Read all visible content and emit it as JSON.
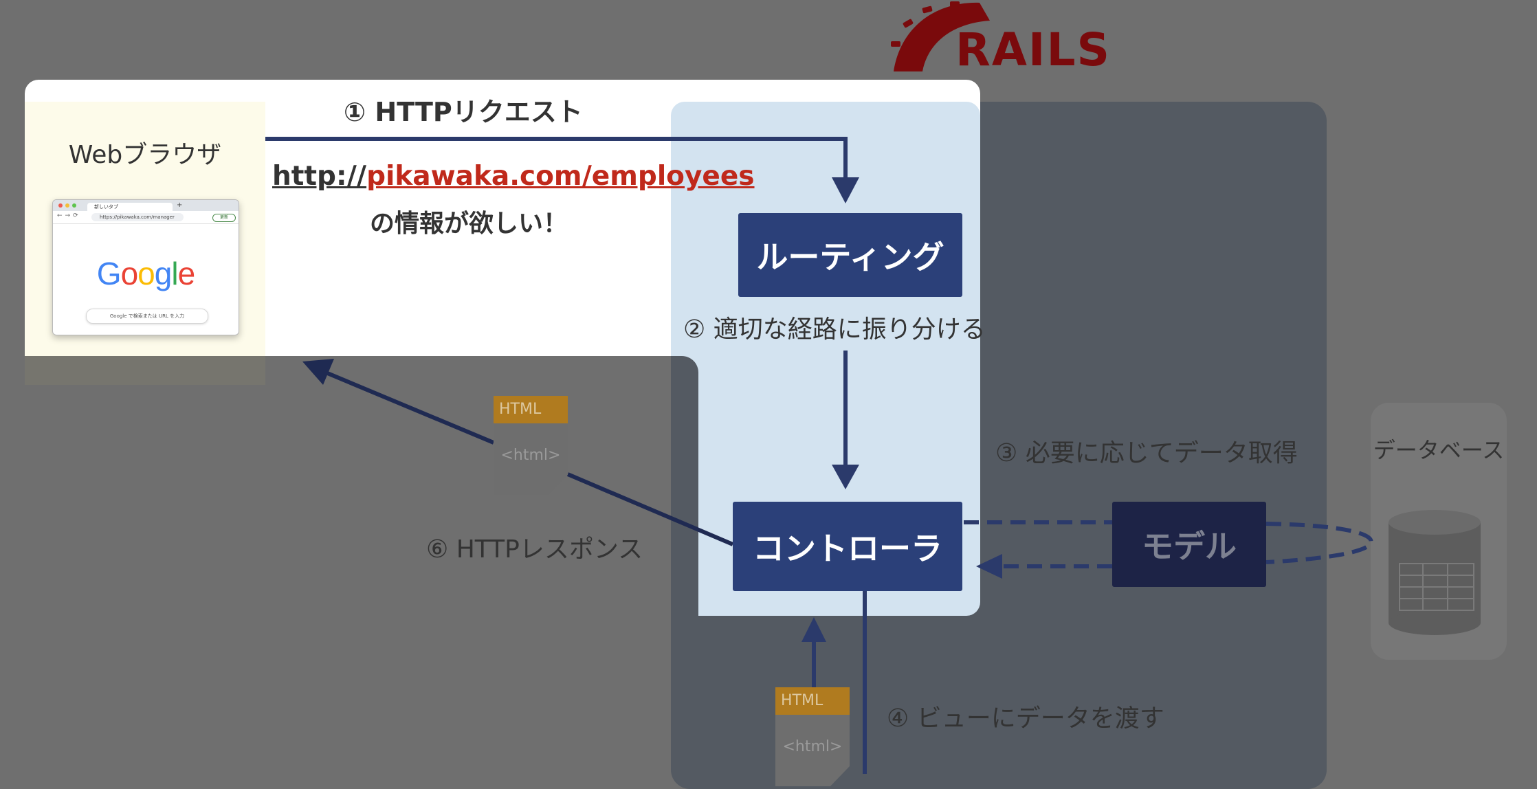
{
  "logo": {
    "text": "RAILS"
  },
  "browser": {
    "title": "Webブラウザ",
    "tab_label": "新しいタブ",
    "address": "https://pikawaka.com/manager",
    "update_label": "更新",
    "google": [
      "G",
      "o",
      "o",
      "g",
      "l",
      "e"
    ],
    "search_placeholder": "Google で検索または URL を入力"
  },
  "request": {
    "step": "① HTTPリクエスト",
    "url_prefix": "http://",
    "url_host": "pikawaka.com/employees",
    "note": "の情報が欲しい！"
  },
  "boxes": {
    "routing": "ルーティング",
    "controller": "コントローラ",
    "model": "モデル"
  },
  "steps": {
    "route": "② 適切な経路に振り分ける",
    "fetch": "③ 必要に応じてデータ取得",
    "view": "④ ビューにデータを渡す",
    "response": "⑥ HTTPレスポンス"
  },
  "database": {
    "title": "データベース"
  },
  "html_doc": {
    "tab": "HTML",
    "tag": "<html>"
  },
  "colors": {
    "arrow": "#2b3a6b",
    "box": "#2b4079",
    "url_highlight": "#c0291b",
    "rails_red": "#7a0a0c"
  }
}
